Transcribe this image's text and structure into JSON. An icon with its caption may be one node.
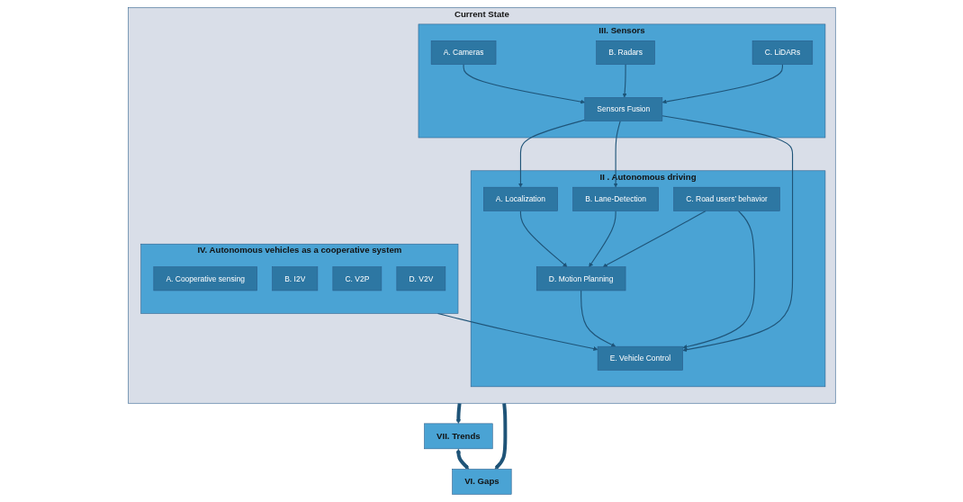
{
  "diagram": {
    "nodes": [
      {
        "text": [
          "Current State"
        ]
      },
      {
        "text": [
          "II . Autonomous driving"
        ],
        "in": 0
      },
      {
        "text": [
          "A. Localization"
        ],
        "in": 1
      },
      {
        "text": [
          "B. Lane-Detection"
        ],
        "in": 1
      },
      {
        "text": [
          "C. Road users’ behavior"
        ],
        "in": 1
      },
      {
        "text": [
          "D.  Motion Planning"
        ],
        "in": 1
      },
      {
        "text": [
          "E. Vehicle Control"
        ],
        "in": 1
      },
      {
        "text": [
          "III. Sensors"
        ],
        "in": 0
      },
      {
        "text": [
          "A. Cameras"
        ],
        "in": 7
      },
      {
        "text": [
          "B. Radars"
        ],
        "in": 7
      },
      {
        "text": [
          "C. LiDARs"
        ],
        "in": 7
      },
      {
        "text": [
          "Sensors Fusion"
        ],
        "in": 7
      },
      {
        "text": [
          "IV. Autonomous vehicles as a cooperative system"
        ],
        "in": 0
      },
      {
        "text": [
          "A.  Cooperative sensing"
        ],
        "in": 12
      },
      {
        "text": [
          "B.  I2V"
        ],
        "in": 12
      },
      {
        "text": [
          "C.  V2P"
        ],
        "in": 12
      },
      {
        "text": [
          "D.  V2V"
        ],
        "in": 12
      },
      {
        "text": [
          "VII. Trends"
        ]
      },
      {
        "text": [
          "VI. Gaps"
        ]
      }
    ],
    "edges": [
      {
        "from": 2,
        "to": 5,
        "arrow": "to"
      },
      {
        "from": 3,
        "to": 5,
        "arrow": "to"
      },
      {
        "from": 4,
        "to": 5,
        "arrow": "to"
      },
      {
        "from": 4,
        "to": 6,
        "arrow": "to"
      },
      {
        "from": 5,
        "to": 6,
        "arrow": "to"
      },
      {
        "from": 8,
        "to": 11,
        "arrow": "to"
      },
      {
        "from": 9,
        "to": 11,
        "arrow": "to"
      },
      {
        "from": 10,
        "to": 11,
        "arrow": "to"
      },
      {
        "from": 11,
        "to": 2,
        "arrow": "to"
      },
      {
        "from": 11,
        "to": 3,
        "arrow": "to"
      },
      {
        "from": 11,
        "to": 6,
        "arrow": "to"
      },
      {
        "from": 12,
        "to": 6,
        "arrow": "to"
      },
      {
        "from": 0,
        "to": 17,
        "arrow": "to",
        "style": "thick"
      },
      {
        "from": 0,
        "to": 18,
        "arrow": "to",
        "style": "thick"
      },
      {
        "from": 17,
        "to": 18,
        "arrow": "both",
        "style": "thick"
      }
    ]
  }
}
